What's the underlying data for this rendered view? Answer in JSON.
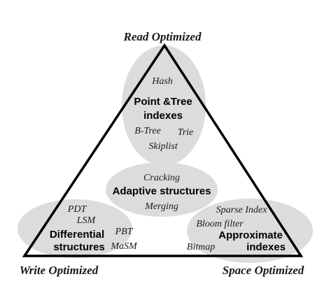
{
  "corners": {
    "top": "Read Optimized",
    "left": "Write Optimized",
    "right": "Space Optimized"
  },
  "regions": {
    "top": {
      "title_line1": "Point &Tree",
      "title_line2": "indexes",
      "items": [
        "Hash",
        "B-Tree",
        "Trie",
        "Skiplist"
      ]
    },
    "center": {
      "title": "Adaptive structures",
      "items": [
        "Cracking",
        "Merging"
      ]
    },
    "left": {
      "title_line1": "Differential",
      "title_line2": "structures",
      "items": [
        "PDT",
        "LSM",
        "PBT",
        "MaSM"
      ]
    },
    "right": {
      "title_line1": "Approximate",
      "title_line2": "indexes",
      "items": [
        "Sparse Index",
        "Bloom filter",
        "Bitmap"
      ]
    }
  },
  "colors": {
    "ellipse_fill": "#dcdcdc",
    "stroke": "#000000",
    "text": "#1a1a1a"
  }
}
